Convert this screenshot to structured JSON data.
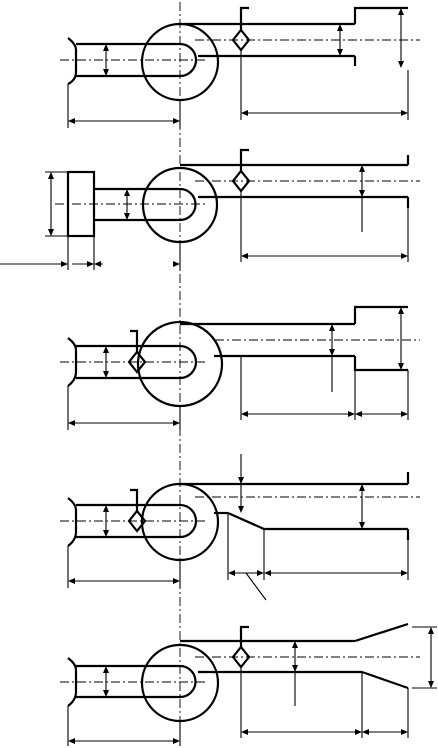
{
  "diagram": {
    "background": "#ffffff",
    "ink": "#000000",
    "panel_count": 5,
    "panels": [
      {
        "id": "panel-1",
        "inlet": "bell-mouth",
        "damper": "outlet",
        "outlet_transition": "step-up"
      },
      {
        "id": "panel-2",
        "inlet": "rectangular-box",
        "damper": "outlet",
        "outlet_transition": "straight"
      },
      {
        "id": "panel-3",
        "inlet": "bell-mouth",
        "damper": "inlet",
        "outlet_transition": "step-down"
      },
      {
        "id": "panel-4",
        "inlet": "bell-mouth",
        "damper": "inlet",
        "outlet_transition": "taper"
      },
      {
        "id": "panel-5",
        "inlet": "bell-mouth",
        "damper": "outlet",
        "outlet_transition": "diffuser"
      }
    ],
    "labels": []
  }
}
